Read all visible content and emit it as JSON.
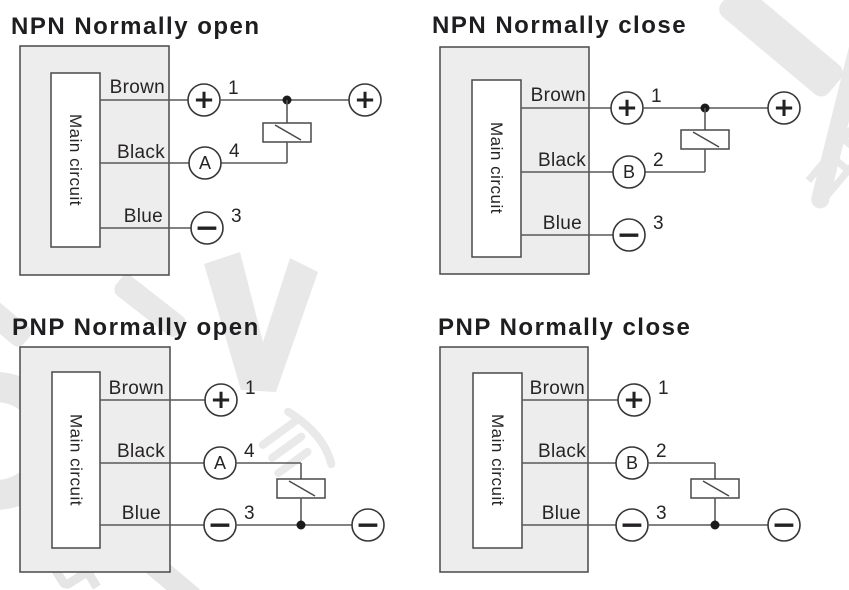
{
  "colors": {
    "ink": "#231f20",
    "line_gray": "#58595b",
    "panel_fill": "#ededed",
    "watermark_gray": "#e8e8e8"
  },
  "watermark": {
    "glyphs": {
      "v": "V"
    }
  },
  "diagrams": [
    {
      "title": "NPN Normally open",
      "main_label": "Main circuit",
      "wires": [
        {
          "color_label": "Brown",
          "terminal": "+",
          "pin": "1"
        },
        {
          "color_label": "Black",
          "terminal": "A",
          "pin": "4"
        },
        {
          "color_label": "Blue",
          "terminal": "−",
          "pin": "3"
        }
      ],
      "rail_terminal": "+"
    },
    {
      "title": "NPN Normally close",
      "main_label": "Main circuit",
      "wires": [
        {
          "color_label": "Brown",
          "terminal": "+",
          "pin": "1"
        },
        {
          "color_label": "Black",
          "terminal": "B",
          "pin": "2"
        },
        {
          "color_label": "Blue",
          "terminal": "−",
          "pin": "3"
        }
      ],
      "rail_terminal": "+"
    },
    {
      "title": "PNP Normally open",
      "main_label": "Main circuit",
      "wires": [
        {
          "color_label": "Brown",
          "terminal": "+",
          "pin": "1"
        },
        {
          "color_label": "Black",
          "terminal": "A",
          "pin": "4"
        },
        {
          "color_label": "Blue",
          "terminal": "−",
          "pin": "3"
        }
      ],
      "rail_terminal": "−"
    },
    {
      "title": "PNP Normally close",
      "main_label": "Main circuit",
      "wires": [
        {
          "color_label": "Brown",
          "terminal": "+",
          "pin": "1"
        },
        {
          "color_label": "Black",
          "terminal": "B",
          "pin": "2"
        },
        {
          "color_label": "Blue",
          "terminal": "−",
          "pin": "3"
        }
      ],
      "rail_terminal": "−"
    }
  ]
}
